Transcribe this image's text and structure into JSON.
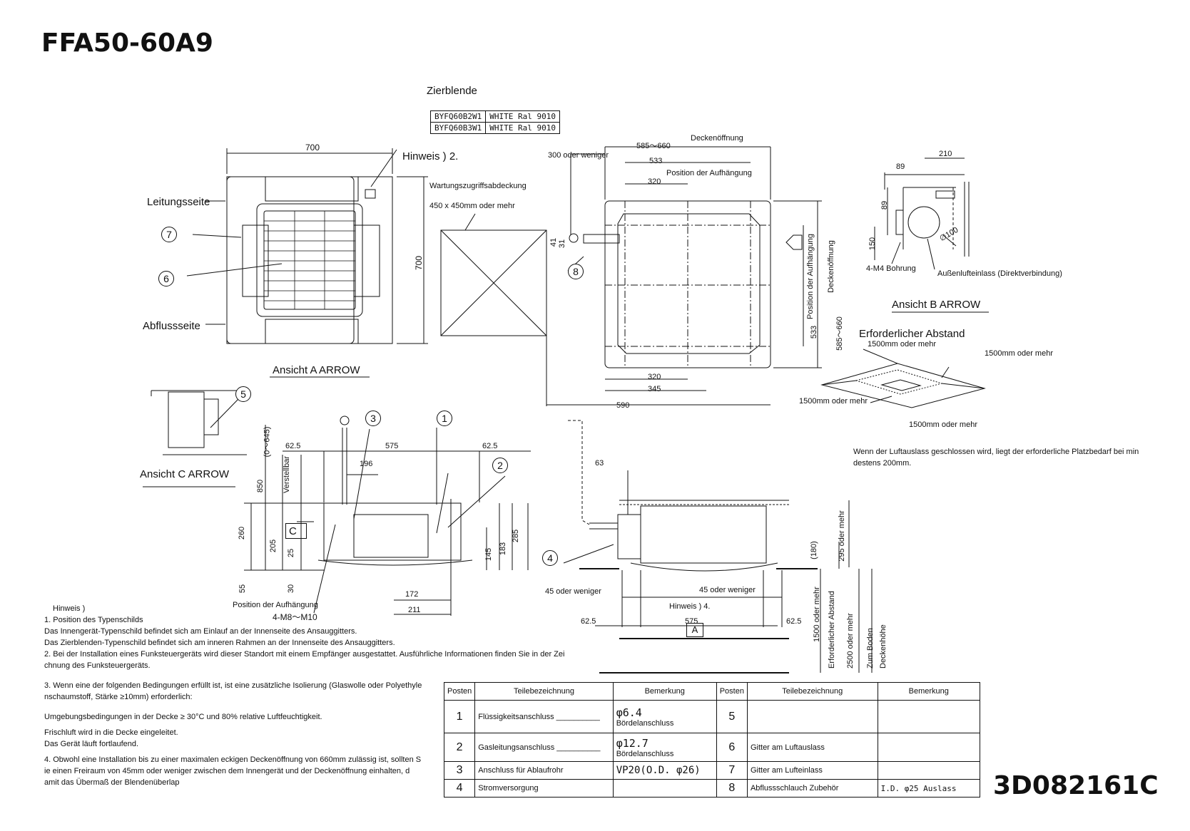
{
  "title": "FFA50-60A9",
  "doc_number": "3D082161C",
  "zierblende": {
    "label": "Zierblende",
    "rows": [
      {
        "code": "BYFQ60B2W1",
        "color": "WHITE Ral 9010"
      },
      {
        "code": "BYFQ60B3W1",
        "color": "WHITE Ral 9010"
      }
    ]
  },
  "view_a": {
    "caption": "Ansicht A ARROW",
    "leitungsseite": "Leitungsseite",
    "abflussseite": "Abflussseite",
    "hinweis2": "Hinweis ) 2.",
    "dim_width": "700",
    "dim_height": "700"
  },
  "service": {
    "label1": "Wartungszugriffsabdeckung",
    "label2": "450 x 450mm oder mehr"
  },
  "plan": {
    "deckenoffnung": "Deckenöffnung",
    "d585": "585～660",
    "d300": "300  oder weniger",
    "d533": "533",
    "aufhaengung": "Position der Aufhängung",
    "d320": "320",
    "d31": "31",
    "d41": "41",
    "d320b": "320",
    "d345": "345",
    "d590": "590",
    "v_aufh": "Position der Aufhängung",
    "v_deck": "Deckenöffnung",
    "v533": "533",
    "v585": "585～660"
  },
  "view_b": {
    "caption": "Ansicht B ARROW",
    "d210": "210",
    "d89a": "89",
    "d89b": "89",
    "d150": "150",
    "phi": "∅100",
    "bohrung": "4-M4 Bohrung",
    "aussen": "Außenlufteinlass (Direktverbindung)"
  },
  "abstand": {
    "title": "Erforderlicher Abstand",
    "m1": "1500mm oder mehr",
    "m2": "1500mm oder mehr",
    "m3": "1500mm oder mehr",
    "m4": "1500mm oder mehr",
    "note1": "Wenn der Luftauslass geschlossen wird, liegt der erforderliche Platzbedarf bei min",
    "note2": "destens 200mm."
  },
  "view_c": {
    "caption": "Ansicht C ARROW"
  },
  "front": {
    "d0645": "(0～645)",
    "d625a": "62.5",
    "d575": "575",
    "d625b": "62.5",
    "d196": "196",
    "d850": "850",
    "verstellbar": "Verstellbar",
    "d260": "260",
    "d205": "205",
    "d25": "25",
    "d55": "55",
    "d30": "30",
    "d145": "145",
    "d183": "183",
    "d285": "285",
    "d172": "172",
    "d211": "211",
    "aufh1": "Position der Aufhängung",
    "aufh2": "4-M8～M10"
  },
  "side": {
    "d63": "63",
    "d45a": "45  oder weniger",
    "d45b": "45  oder weniger",
    "hinweis4": "Hinweis ) 4.",
    "d625a": "62.5",
    "d575": "575",
    "d625b": "62.5",
    "d180": "(180)",
    "d295": "295 oder mehr",
    "d1500": "1500 oder mehr",
    "erf": "Erforderlicher Abstand",
    "d2500": "2500 oder mehr",
    "boden": "Zum Boden",
    "hoehe": "Deckenhöhe"
  },
  "notes": [
    "Hinweis )",
    "1.  Position des Typenschilds",
    "     Das Innengerät-Typenschild befindet sich am Einlauf an der Innenseite des Ansauggitters.",
    "     Das Zierblenden-Typenschild befindet sich am inneren Rahmen an der Innenseite des Ansauggitters.",
    "2.  Bei der Installation eines Funksteuergeräts wird dieser Standort mit einem Empfänger ausgestattet. Ausführliche Informationen finden Sie in der Zei",
    "     chnung des Funksteuergeräts.",
    "3.  Wenn eine der folgenden Bedingungen erfüllt ist, ist eine zusätzliche Isolierung (Glaswolle oder Polyethyle",
    "     nschaumstoff, Stärke ≥10mm) erforderlich:",
    "       Umgebungsbedingungen in der Decke ≥ 30°C und 80% relative Luftfeuchtigkeit.",
    "       Frischluft wird in die Decke eingeleitet.",
    "       Das Gerät läuft fortlaufend.",
    "4.  Obwohl eine Installation bis zu einer maximalen eckigen Deckenöffnung von 660mm zulässig ist, sollten S",
    "     ie einen Freiraum von 45mm oder weniger zwischen dem Innengerät und der Deckenöffnung einhalten, d",
    "     amit das Übermaß der Blendenüberlap"
  ],
  "parts": {
    "headers": [
      "Posten",
      "Teilebezeichnung",
      "Bemerkung",
      "Posten",
      "Teilebezeichnung",
      "Bemerkung"
    ],
    "rows": [
      [
        "1",
        "Flüssigkeitsanschluss __________",
        "φ6.4|Bördelanschluss",
        "5",
        "",
        ""
      ],
      [
        "2",
        "Gasleitungsanschluss __________",
        "φ12.7|Bördelanschluss",
        "6",
        "Gitter am Luftauslass",
        ""
      ],
      [
        "3",
        "Anschluss für Ablaufrohr",
        "VP20(O.D. φ26)",
        "7",
        "Gitter am Lufteinlass",
        ""
      ],
      [
        "4",
        "Stromversorgung",
        "",
        "8",
        "Abflussschlauch    Zubehör",
        "I.D. φ25  Auslass"
      ]
    ]
  }
}
